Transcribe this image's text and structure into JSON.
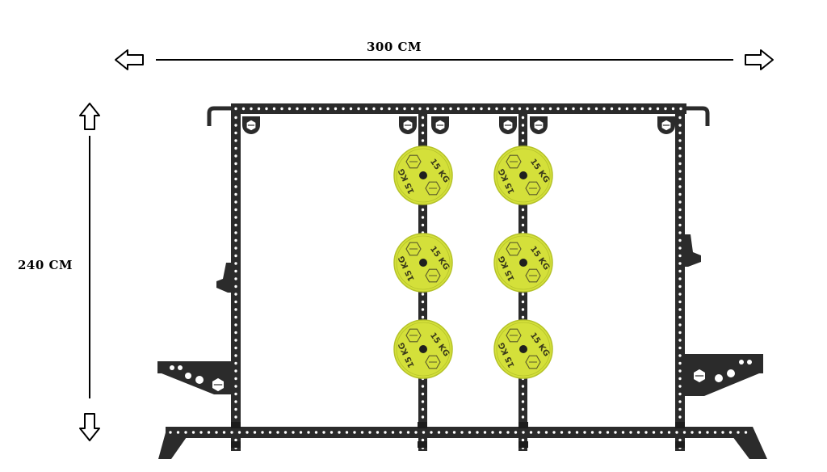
{
  "dimensions": {
    "width_label": "300 CM",
    "height_label": "240 CM"
  },
  "plates": {
    "label": "15 KG",
    "count_per_column": 3,
    "columns": 2
  },
  "colors": {
    "frame": "#2b2b2b",
    "frame_holes": "#ffffff",
    "plate": "#d4e03a",
    "plate_edge": "#b5c22a",
    "arrow": "#000000"
  },
  "icons": {
    "width_left_arrow": "arrow-left-icon",
    "width_right_arrow": "arrow-right-icon",
    "height_up_arrow": "arrow-up-icon",
    "height_down_arrow": "arrow-down-icon",
    "logo_badge": "hexagon-logo-icon"
  }
}
